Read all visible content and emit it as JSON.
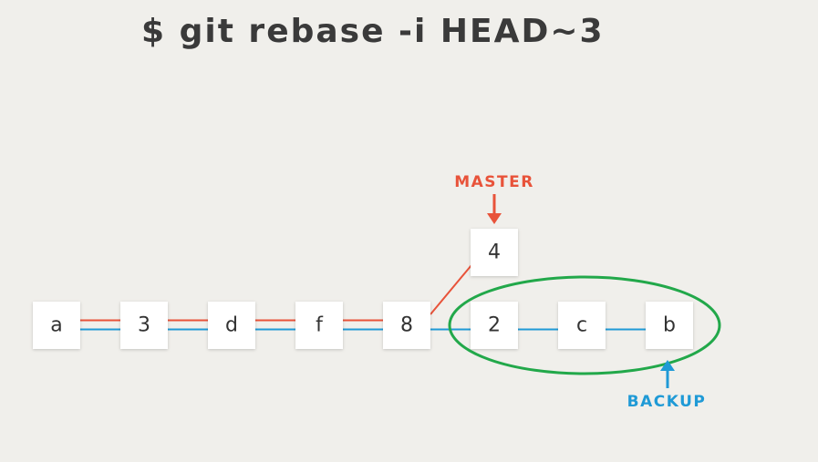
{
  "command": "$ git rebase -i HEAD~3",
  "colors": {
    "master": "#e8533a",
    "backup": "#1f9ad6",
    "highlight": "#22a84a",
    "background": "#f0efeb"
  },
  "commits": [
    {
      "id": "a",
      "label": "a"
    },
    {
      "id": "3",
      "label": "3"
    },
    {
      "id": "d",
      "label": "d"
    },
    {
      "id": "f",
      "label": "f"
    },
    {
      "id": "8",
      "label": "8"
    },
    {
      "id": "4",
      "label": "4"
    },
    {
      "id": "2",
      "label": "2"
    },
    {
      "id": "c",
      "label": "c"
    },
    {
      "id": "b",
      "label": "b"
    }
  ],
  "branches": {
    "master": {
      "label": "MASTER",
      "points_to": "4",
      "history": [
        "a",
        "3",
        "d",
        "f",
        "8",
        "4"
      ]
    },
    "backup": {
      "label": "BACKUP",
      "points_to": "b",
      "history": [
        "a",
        "3",
        "d",
        "f",
        "8",
        "2",
        "c",
        "b"
      ]
    }
  },
  "highlighted_commits": [
    "2",
    "c",
    "b"
  ]
}
